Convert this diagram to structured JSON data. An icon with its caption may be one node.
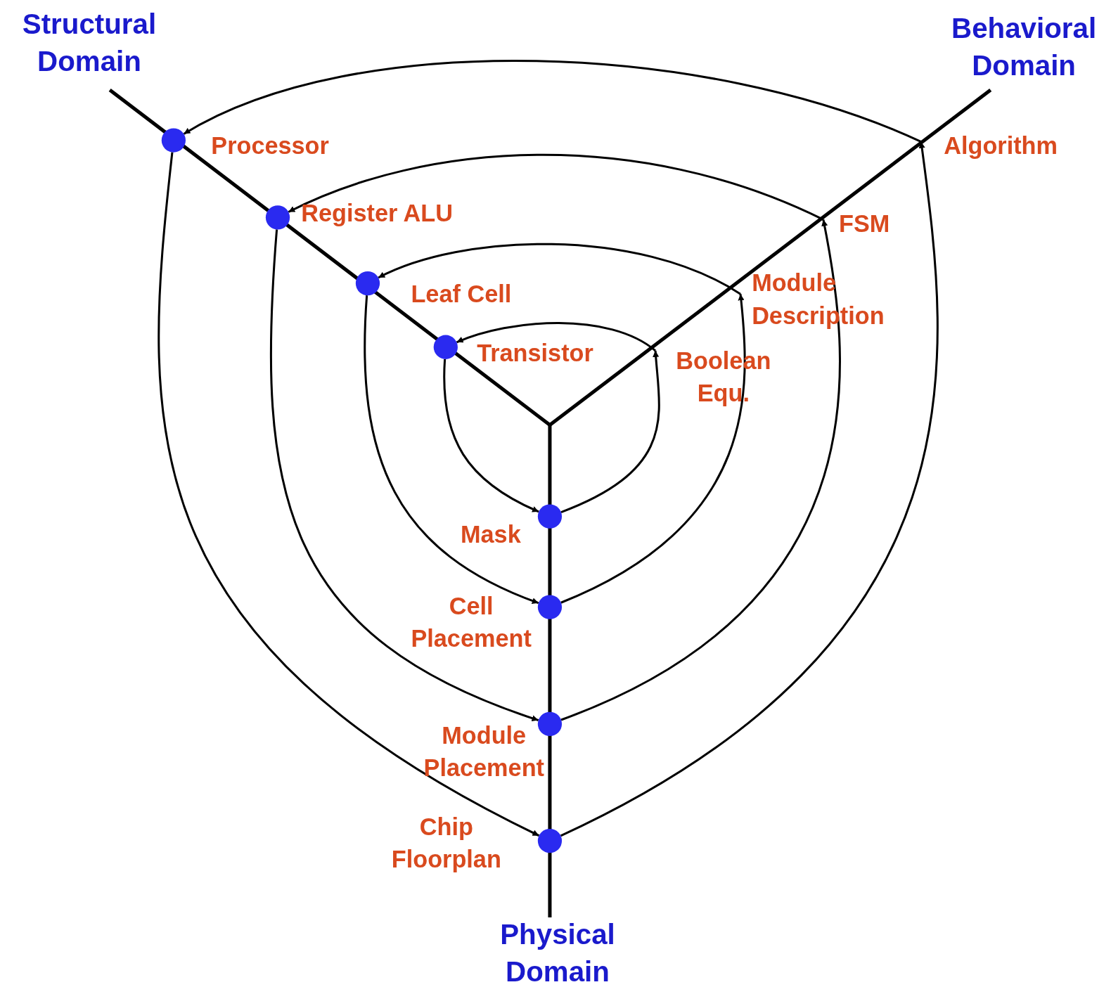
{
  "diagram": {
    "nodes": [
      {
        "text": [],
        "shape": "circle",
        "beside": [
          "Processor"
        ]
      },
      {
        "text": [
          "Algorithm"
        ]
      },
      {
        "text": [],
        "shape": "circle",
        "beside": [
          "Register ALU"
        ]
      },
      {
        "text": [
          "FSM"
        ]
      },
      {
        "text": [
          "Module Description"
        ]
      },
      {
        "text": [],
        "shape": "circle",
        "beside": [
          "Leaf Cell"
        ]
      },
      {
        "text": [],
        "shape": "circle",
        "beside": [
          "Transistor"
        ]
      },
      {
        "text": [
          "Boolean Equ."
        ]
      },
      {
        "text": [],
        "shape": "circle",
        "beside": [
          "Mask"
        ]
      },
      {
        "text": [],
        "shape": "circle",
        "beside": [
          "Cell Placement"
        ]
      },
      {
        "text": [],
        "shape": "circle",
        "beside": [
          "Module Placement"
        ]
      },
      {
        "text": [],
        "shape": "circle",
        "beside": [
          "Chip Floorplan"
        ]
      }
    ],
    "edges": [
      {
        "from": 1,
        "to": 0,
        "arrow": "to"
      },
      {
        "from": 0,
        "to": 11,
        "arrow": "to"
      },
      {
        "from": 11,
        "to": 1,
        "arrow": "to"
      },
      {
        "from": 3,
        "to": 2,
        "arrow": "to"
      },
      {
        "from": 2,
        "to": 10,
        "arrow": "to"
      },
      {
        "from": 10,
        "to": 3,
        "arrow": "to"
      },
      {
        "from": 4,
        "to": 5,
        "arrow": "to"
      },
      {
        "from": 5,
        "to": 9,
        "arrow": "to"
      },
      {
        "from": 9,
        "to": 4,
        "arrow": "to"
      },
      {
        "from": 7,
        "to": 6,
        "arrow": "to"
      },
      {
        "from": 6,
        "to": 8,
        "arrow": "to"
      },
      {
        "from": 8,
        "to": 7,
        "arrow": "to"
      }
    ],
    "labels": [
      "Structural Domain",
      "Behavioral Domain",
      "Physical Domain"
    ]
  }
}
